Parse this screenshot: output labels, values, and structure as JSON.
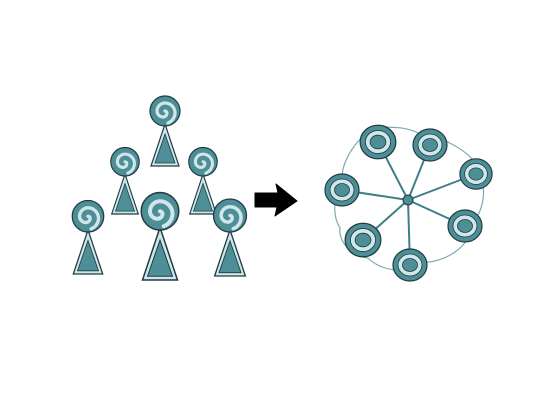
{
  "colors": {
    "background": "#ffffff",
    "fill": "#4e8e96",
    "light": "#cfe6ea",
    "outline": "#1f3c42",
    "connector": "#3f7f88",
    "ring": "#7fa9af",
    "arrow": "#000000"
  },
  "icons": {
    "person": "spiral-person-icon",
    "node": "ring-node-icon",
    "hub": "hub-dot-icon",
    "arrow": "right-arrow-icon"
  },
  "left_group": {
    "figure_count": 6,
    "rows": [
      1,
      2,
      3
    ]
  },
  "right_group": {
    "node_count": 7
  }
}
